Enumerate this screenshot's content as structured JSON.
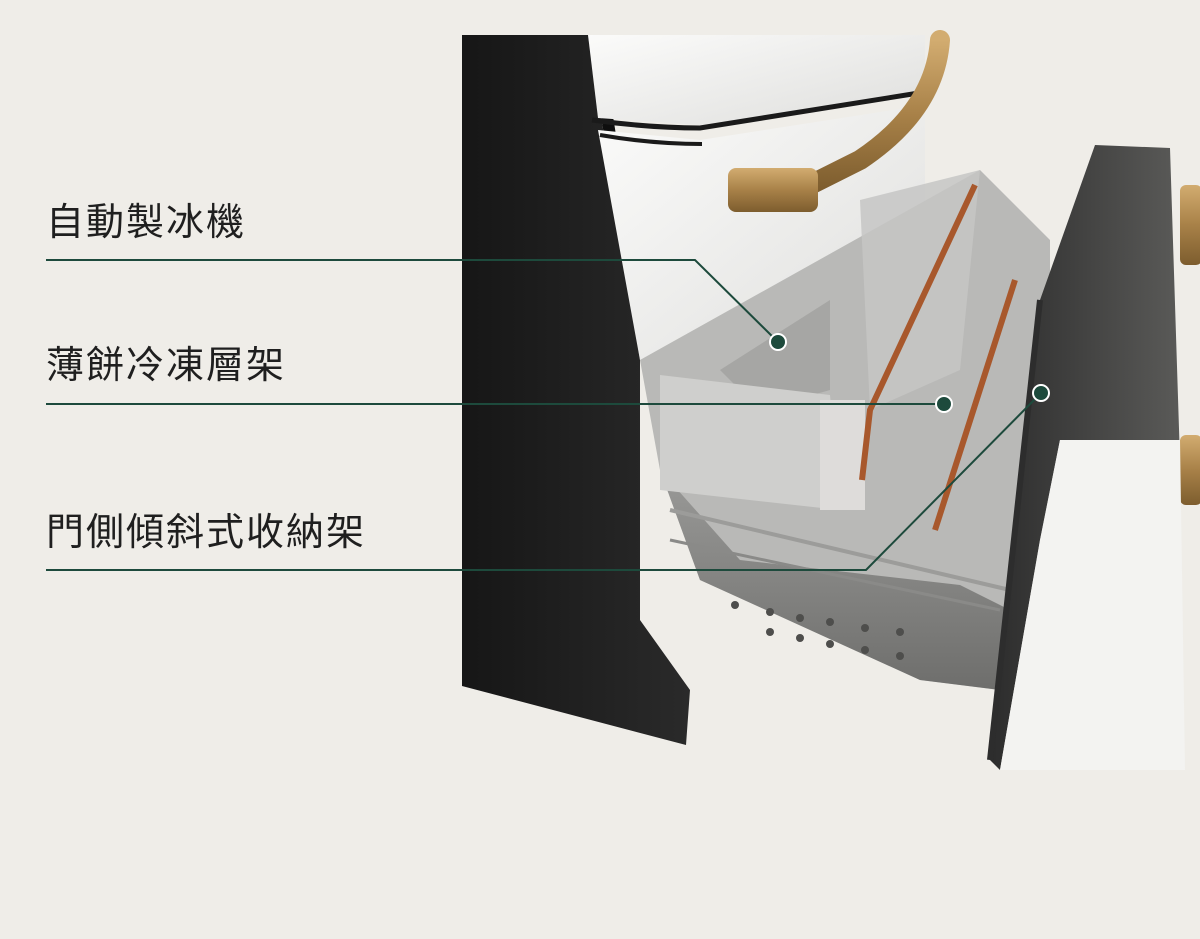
{
  "callouts": [
    {
      "label": "自動製冰機"
    },
    {
      "label": "薄餅冷凍層架"
    },
    {
      "label": "門側傾斜式收納架"
    }
  ],
  "colors": {
    "background": "#efede8",
    "callout_line": "#1d4a3c",
    "fridge_black": "#1c1c1c",
    "fridge_white": "#f3f3f1",
    "handle_brass": "#b08a52",
    "drawer_gray": "#8f8f8d",
    "copper_trim": "#a8582c"
  }
}
